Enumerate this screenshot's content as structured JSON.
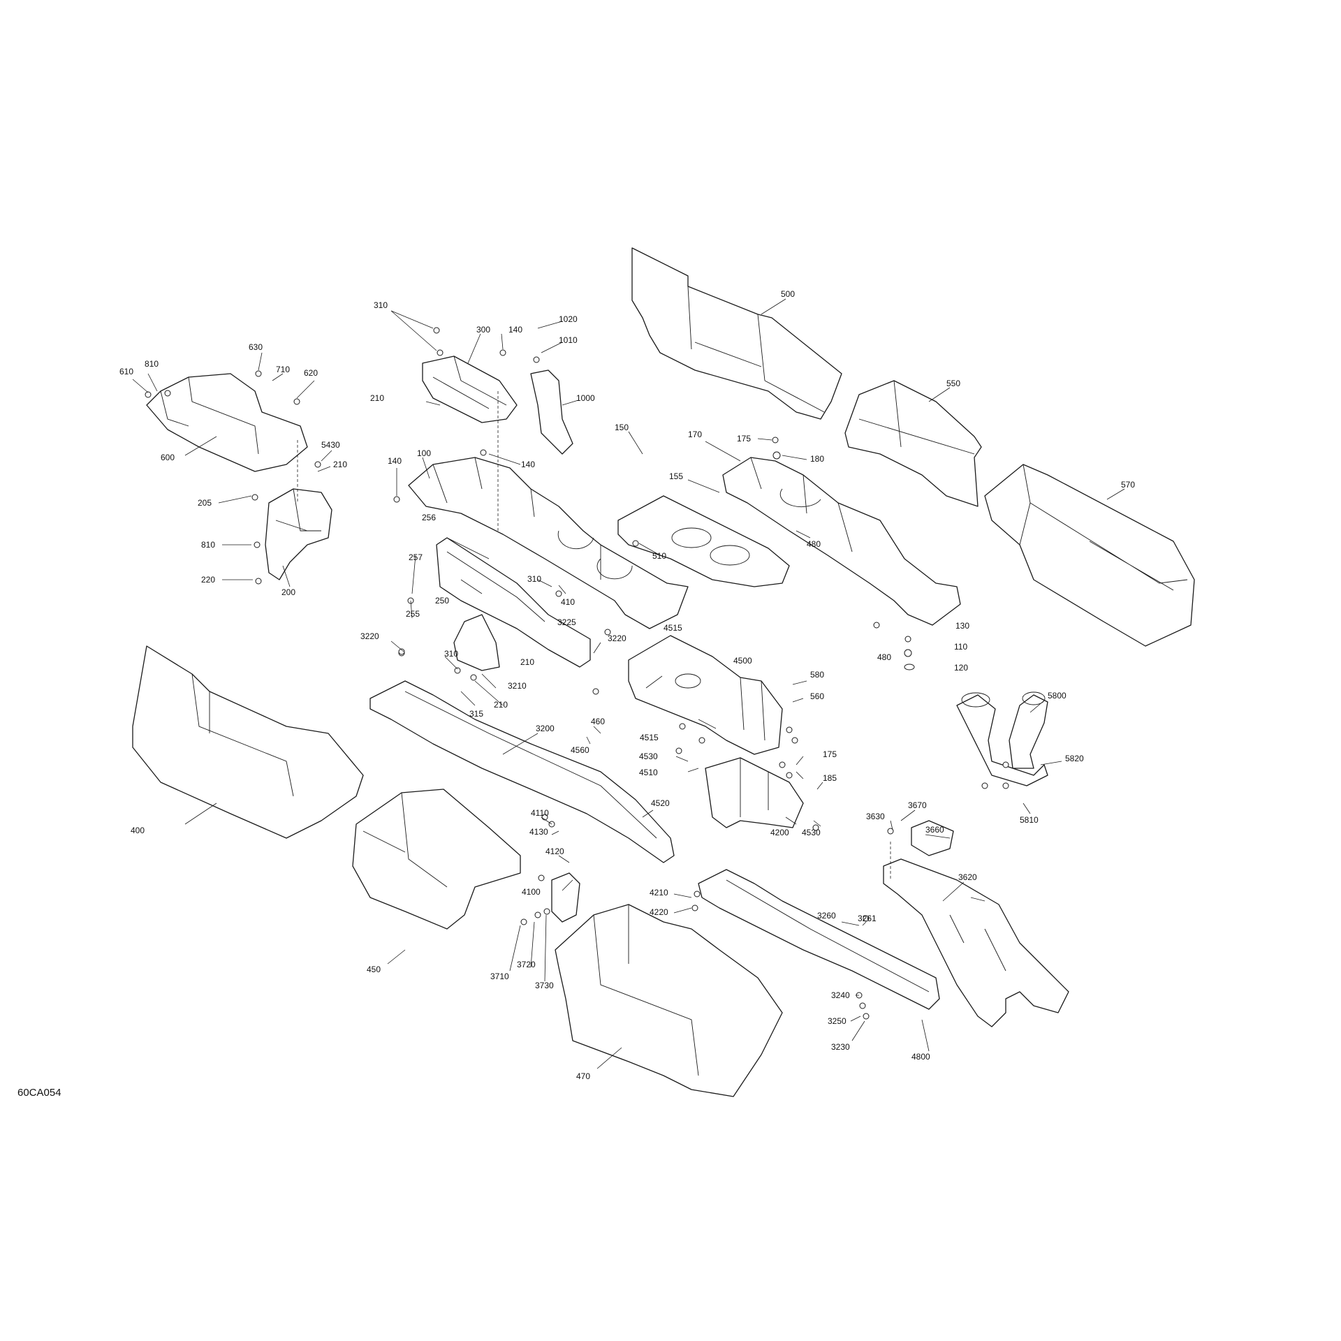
{
  "drawing_id": "60CA054",
  "labels": {
    "l500": "500",
    "l550": "550",
    "l570": "570",
    "l310a": "310",
    "l300": "300",
    "l140a": "140",
    "l1020": "1020",
    "l1010": "1010",
    "l1000": "1000",
    "l630": "630",
    "l810a": "810",
    "l610": "610",
    "l710": "710",
    "l620": "620",
    "l210a": "210",
    "l600": "600",
    "l5430": "5430",
    "l210b": "210",
    "l205": "205",
    "l810b": "810",
    "l220": "220",
    "l200": "200",
    "l140b": "140",
    "l140c": "140",
    "l100": "100",
    "l175a": "175",
    "l180": "180",
    "l170": "170",
    "l150": "150",
    "l155": "155",
    "l510": "510",
    "l480a": "480",
    "l256": "256",
    "l257": "257",
    "l255": "255",
    "l250": "250",
    "l310b": "310",
    "l410": "410",
    "l3225": "3225",
    "l3220a": "3220",
    "l3220b": "3220",
    "l310c": "310",
    "l210c": "210",
    "l3210": "3210",
    "l210d": "210",
    "l315": "315",
    "l4515a": "4515",
    "l4500": "4500",
    "l580": "580",
    "l560": "560",
    "l460": "460",
    "l480b": "480",
    "l130": "130",
    "l110": "110",
    "l120": "120",
    "l5800": "5800",
    "l5820": "5820",
    "l5810": "5810",
    "l3200": "3200",
    "l4560": "4560",
    "l4515b": "4515",
    "l4530a": "4530",
    "l4510": "4510",
    "l4520": "4520",
    "l175b": "175",
    "l185": "185",
    "l4530b": "4530",
    "l4200": "4200",
    "l400": "400",
    "l4110": "4110",
    "l4130": "4130",
    "l4120": "4120",
    "l4100": "4100",
    "l3630": "3630",
    "l3670": "3670",
    "l3660": "3660",
    "l4210": "4210",
    "l4220": "4220",
    "l3260": "3260",
    "l3261": "3261",
    "l3620": "3620",
    "l450": "450",
    "l3710": "3710",
    "l3720": "3720",
    "l3730": "3730",
    "l3240": "3240",
    "l3250": "3250",
    "l3230": "3230",
    "l4800": "4800",
    "l470": "470"
  }
}
